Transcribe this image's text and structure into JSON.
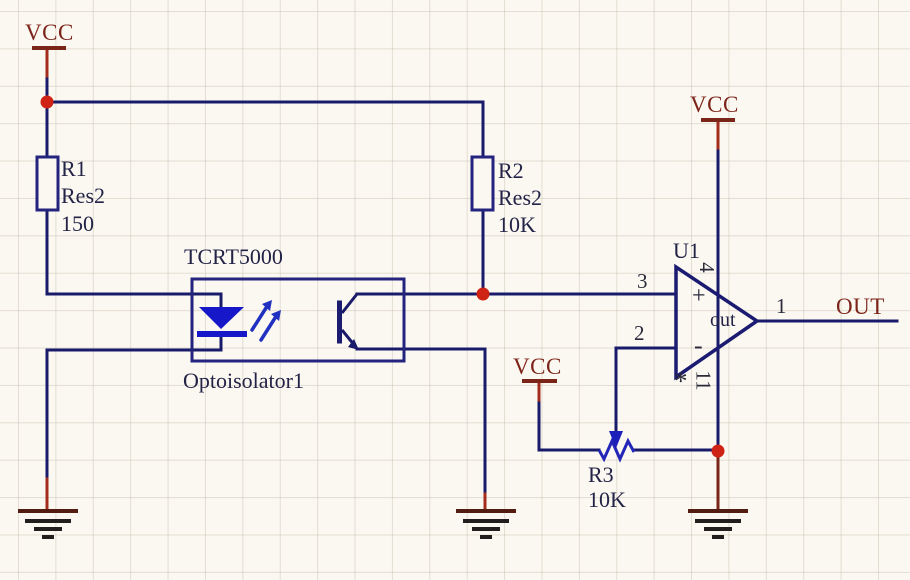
{
  "schematic": {
    "nets": {
      "vcc": "VCC",
      "out": "OUT"
    },
    "components": {
      "r1": {
        "designator": "R1",
        "part": "Res2",
        "value": "150"
      },
      "r2": {
        "designator": "R2",
        "part": "Res2",
        "value": "10K"
      },
      "r3": {
        "designator": "R3",
        "value": "10K"
      },
      "opto": {
        "part": "TCRT5000",
        "designator": "Optoisolator1"
      },
      "opamp": {
        "designator": "U1",
        "output_text": "out",
        "plus": "+",
        "minus": "-",
        "star": "*",
        "pins": {
          "output": "1",
          "inverting": "2",
          "noninverting": "3",
          "vplus": "4",
          "vminus": "11"
        }
      }
    },
    "colors": {
      "background": "#fbf8f1",
      "wire": "#1a1a6a",
      "component_outline": "#24247e",
      "led_fill": "#1517c9",
      "pot_blue": "#2326b8",
      "net_label": "#7d241a",
      "power_stub": "#a32c1c",
      "junction_dot": "#cf2315",
      "text": "#232347"
    }
  }
}
